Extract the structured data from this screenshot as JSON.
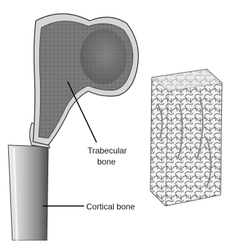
{
  "labels": {
    "trabecular_line1": "Trabecular",
    "trabecular_line2": "bone",
    "cortical": "Cortical bone"
  },
  "colors": {
    "bone_shaft_light": "#e2e2e2",
    "bone_shaft_dark": "#5a5a5a",
    "trabecular_fill": "#6e6e6e",
    "cortical_rim": "#d4d4d4",
    "leader_line": "#000000"
  }
}
